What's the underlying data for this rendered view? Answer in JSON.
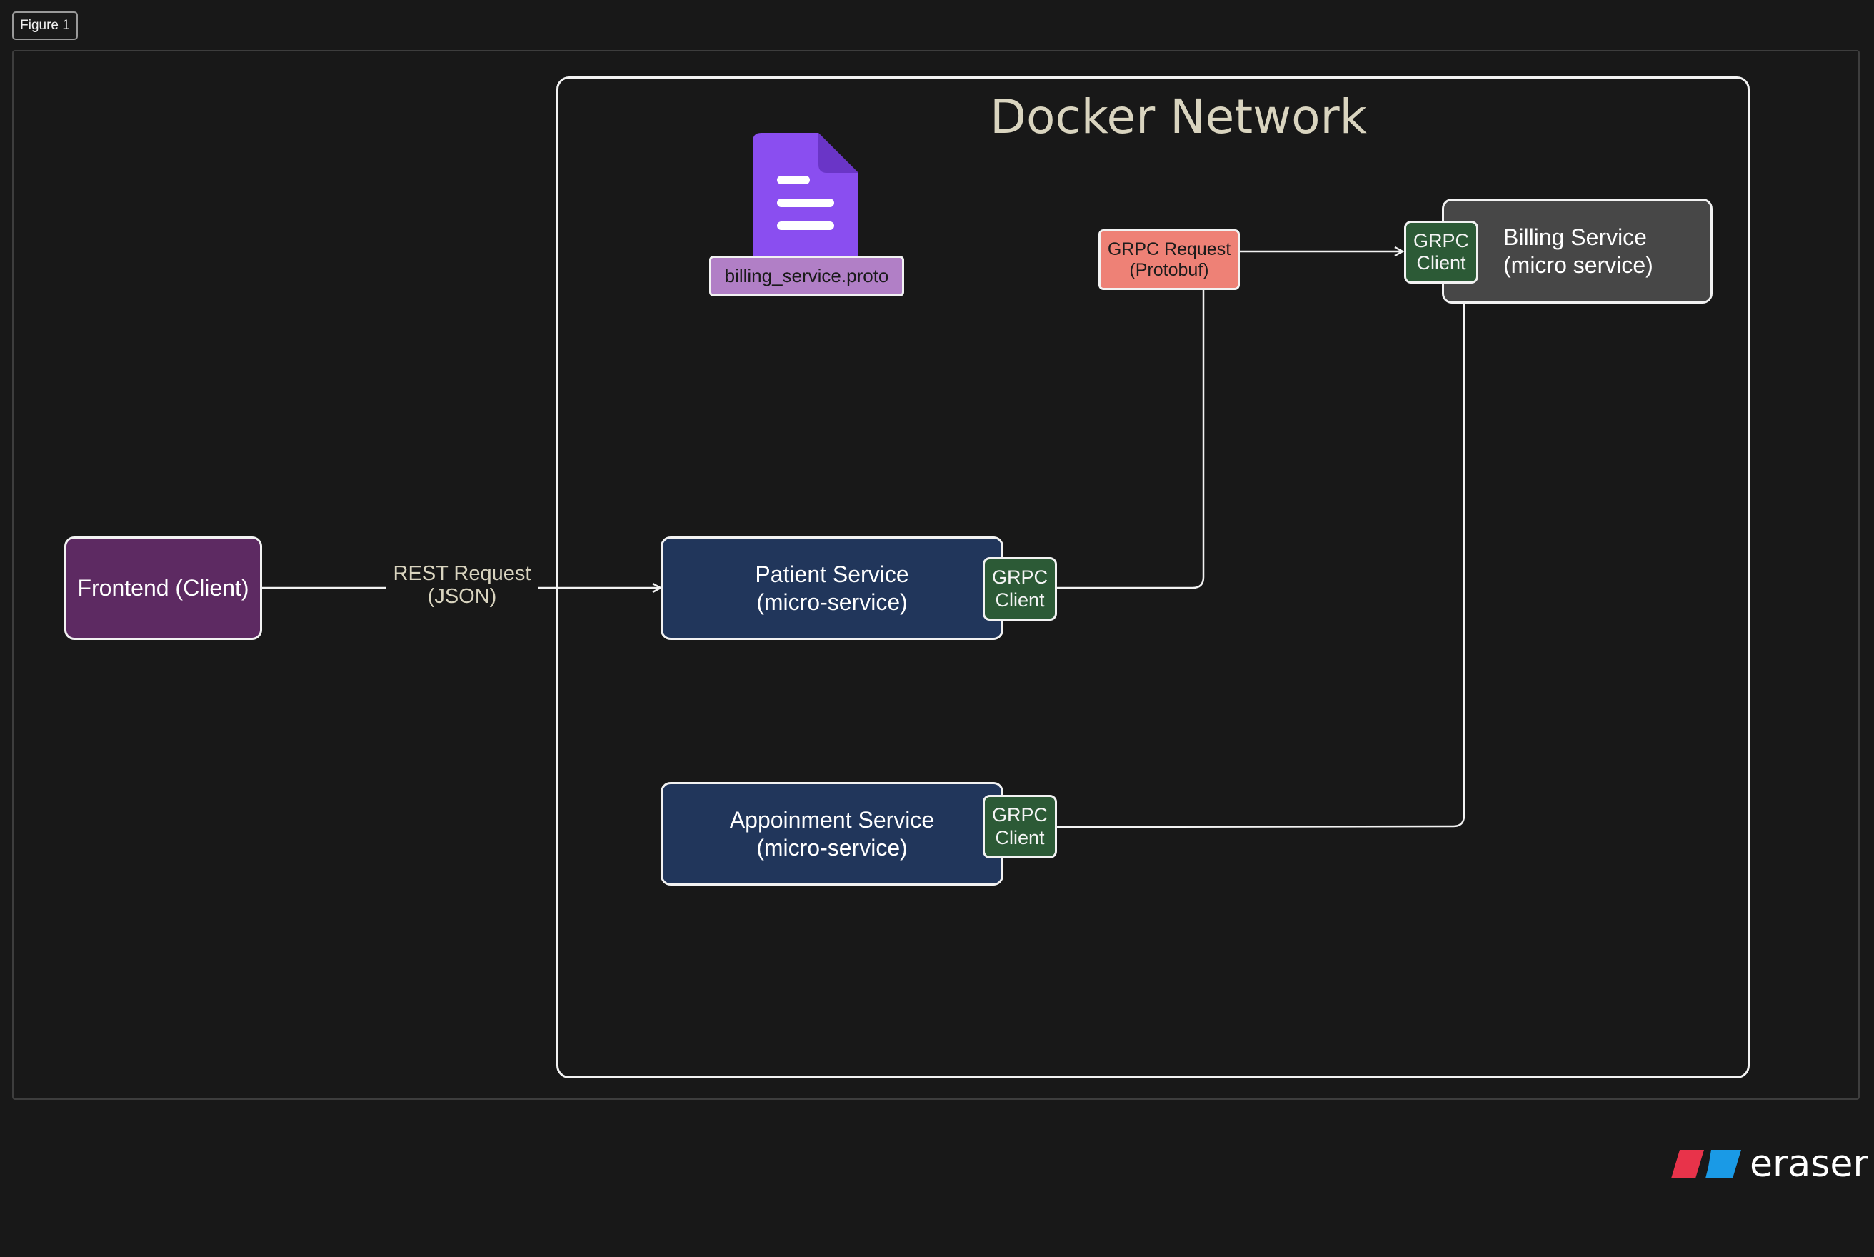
{
  "figure": {
    "label": "Figure 1"
  },
  "group": {
    "title": "Docker Network"
  },
  "nodes": {
    "frontend": {
      "label": "Frontend (Client)"
    },
    "patient": {
      "line1": "Patient Service",
      "line2": "(micro-service)"
    },
    "appointment": {
      "line1": "Appoinment Service",
      "line2": "(micro-service)"
    },
    "billing": {
      "line1": "Billing Service",
      "line2": "(micro service)"
    },
    "proto_file": {
      "label": "billing_service.proto",
      "icon": "document-icon"
    }
  },
  "grpc_clients": {
    "patient": {
      "line1": "GRPC",
      "line2": "Client"
    },
    "appointment": {
      "line1": "GRPC",
      "line2": "Client"
    },
    "billing": {
      "line1": "GRPC",
      "line2": "Client"
    }
  },
  "edges": {
    "rest": {
      "line1": "REST Request",
      "line2": "(JSON)"
    },
    "grpc_request": {
      "line1": "GRPC Request",
      "line2": "(Protobuf)"
    }
  },
  "brand": {
    "name": "eraser"
  },
  "colors": {
    "background": "#181818",
    "frontend": "#5d2a62",
    "service": "#21365b",
    "billing": "#474747",
    "grpc_client": "#2c5a36",
    "grpc_request": "#ee8176",
    "proto": "#b17fc6",
    "proto_icon": "#8a4ef0"
  }
}
